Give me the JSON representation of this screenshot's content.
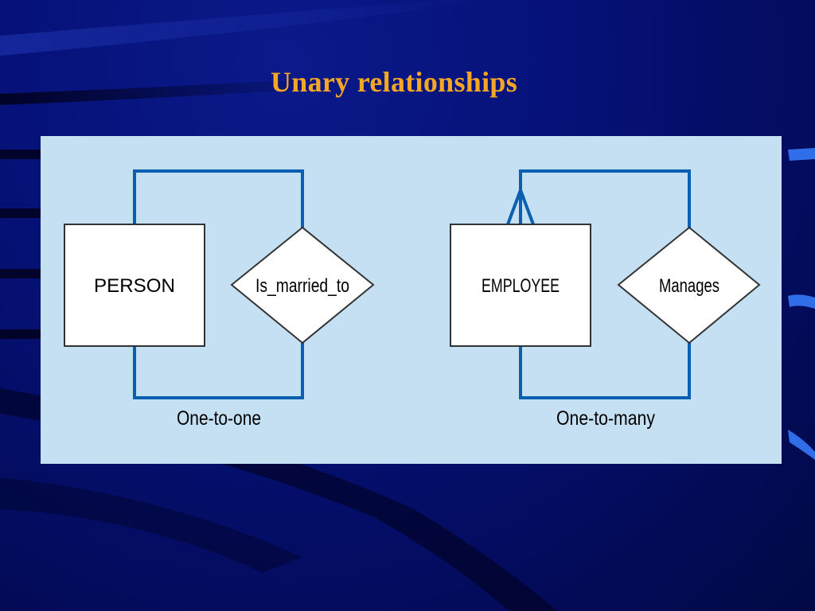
{
  "slide": {
    "title": "Unary relationships"
  },
  "diagrams": [
    {
      "entity": "PERSON",
      "relationship": "Is_married_to",
      "caption": "One-to-one"
    },
    {
      "entity": "EMPLOYEE",
      "relationship": "Manages",
      "caption": "One-to-many"
    }
  ],
  "colors": {
    "title": "#f5a623",
    "panel": "#c5e0f2",
    "connector": "#0b5fb0",
    "background": "#030c5e"
  }
}
